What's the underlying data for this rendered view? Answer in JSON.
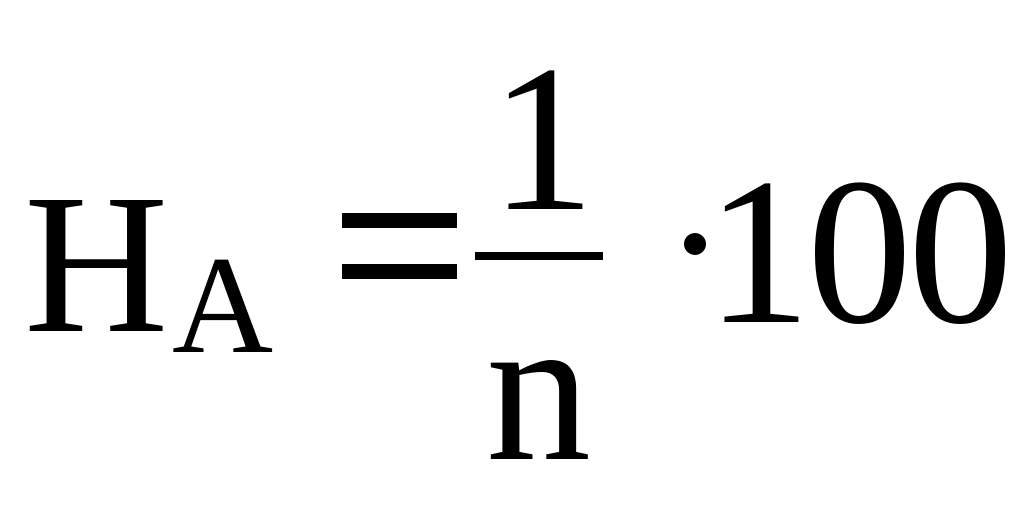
{
  "formula": {
    "main_letter": "H",
    "subscript": "A",
    "equals": "=",
    "numerator": "1",
    "denominator": "n",
    "operator": "·",
    "factor": "100"
  }
}
